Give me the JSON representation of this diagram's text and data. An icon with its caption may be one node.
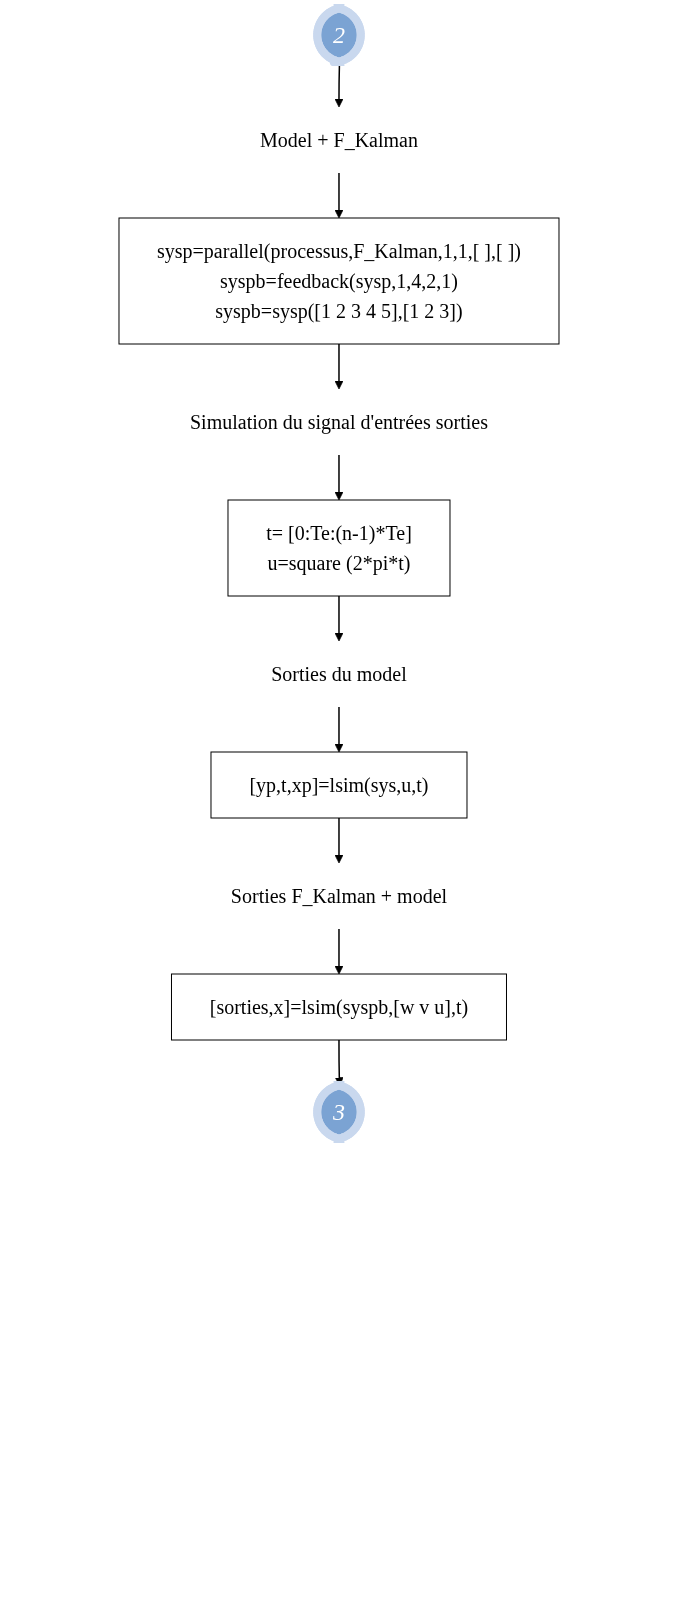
{
  "diagram": {
    "nodes": [
      {
        "text": [
          "2"
        ]
      },
      {
        "text": [
          "Model + F_Kalman"
        ]
      },
      {
        "text": [
          "sysp=parallel(processus,F_Kalman,1,1,[ ],[ ])",
          "syspb=feedback(sysp,1,4,2,1)",
          "syspb=sysp([1 2 3 4 5],[1 2 3])"
        ]
      },
      {
        "text": [
          "Simulation du signal d'entrées sorties"
        ]
      },
      {
        "text": [
          "t= [0:Te:(n-1)*Te]",
          "u=square (2*pi*t)"
        ]
      },
      {
        "text": [
          "Sorties du model"
        ]
      },
      {
        "text": [
          "[yp,t,xp]=lsim(sys,u,t)"
        ]
      },
      {
        "text": [
          "Sorties F_Kalman + model"
        ]
      },
      {
        "text": [
          "[sorties,x]=lsim(syspb,[w v u],t)"
        ]
      },
      {
        "text": [
          "3"
        ]
      }
    ],
    "edges": [
      {
        "from": 0,
        "to": 1,
        "arrow": "to"
      },
      {
        "from": 1,
        "to": 2,
        "arrow": "to"
      },
      {
        "from": 2,
        "to": 3,
        "arrow": "to"
      },
      {
        "from": 3,
        "to": 4,
        "arrow": "to"
      },
      {
        "from": 4,
        "to": 5,
        "arrow": "to"
      },
      {
        "from": 5,
        "to": 6,
        "arrow": "to"
      },
      {
        "from": 6,
        "to": 7,
        "arrow": "to"
      },
      {
        "from": 7,
        "to": 8,
        "arrow": "to"
      },
      {
        "from": 8,
        "to": 9,
        "arrow": "to"
      }
    ]
  }
}
